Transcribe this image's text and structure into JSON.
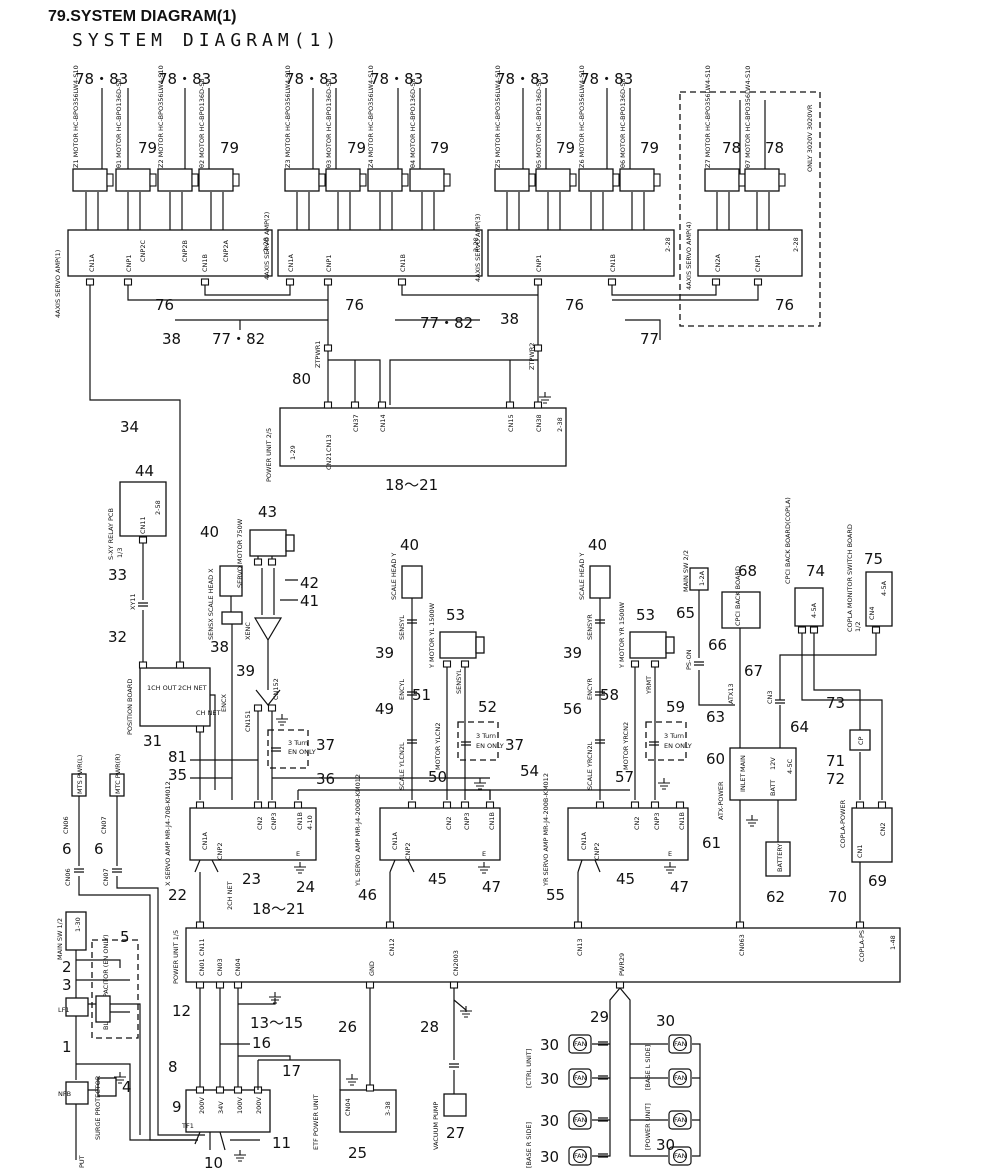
{
  "header": {
    "title": "79.SYSTEM DIAGRAM(1)",
    "subtitle": "SYSTEM DIAGRAM(1)"
  },
  "cable_refs": {
    "r7883": "78・83",
    "r79": "79",
    "r78": "78",
    "r76": "76",
    "r38": "38",
    "r7782": "77・82",
    "r77": "77",
    "r80": "80",
    "r34": "34",
    "r1821": "18～21",
    "r44": "44",
    "r40": "40",
    "r43": "43",
    "r42": "42",
    "r41": "41",
    "r33": "33",
    "r32": "32",
    "r39": "39",
    "r31": "31",
    "r37": "37",
    "r81": "81",
    "r35": "35",
    "r36": "36",
    "r53": "53",
    "r51": "51",
    "r52": "52",
    "r49": "49",
    "r50": "50",
    "r54": "54",
    "r58": "58",
    "r56": "56",
    "r59": "59",
    "r57": "57",
    "r65": "65",
    "r68": "68",
    "r74": "74",
    "r75": "75",
    "r66": "66",
    "r67": "67",
    "r63": "63",
    "r64": "64",
    "r73": "73",
    "r60": "60",
    "r71": "71",
    "r72": "72",
    "r61": "61",
    "r62": "62",
    "r69": "69",
    "r70": "70",
    "r6": "6",
    "r22": "22",
    "r23": "23",
    "r24": "24",
    "r46": "46",
    "r45": "45",
    "r47": "47",
    "r55": "55",
    "r5": "5",
    "r2": "2",
    "r3": "3",
    "r12": "12",
    "r1315": "13～15",
    "r16": "16",
    "r26": "26",
    "r28": "28",
    "r29": "29",
    "r30": "30",
    "r1": "1",
    "r8": "8",
    "r4": "4",
    "r17": "17",
    "r9": "9",
    "r25": "25",
    "r27": "27",
    "r11": "11",
    "r10": "10"
  },
  "motors": {
    "z1": "Z1 MOTOR HC-BPO356LW4-S10",
    "t1": "θ1 MOTOR HC-BPO136D-S8",
    "z2": "Z2 MOTOR HC-BPO356LW4-S10",
    "t2": "θ2 MOTOR HC-BPO136D-S8",
    "z3": "Z3 MOTOR HC-BPO356LW4-S10",
    "t3": "θ3 MOTOR HC-BPO136D-S8",
    "z4": "Z4 MOTOR HC-BPO356LW4-S10",
    "t4": "θ4 MOTOR HC-BPO136D-S8",
    "z5": "Z5 MOTOR HC-BPO356LW4-S10",
    "t5": "θ5 MOTOR HC-BPO136D-S8",
    "z6": "Z6 MOTOR HC-BPO356LW4-S10",
    "t6": "θ6 MOTOR HC-BPO136D-S8",
    "z7": "Z7 MOTOR HC-BPO356LW4-S10",
    "t7": "θ7 MOTOR HC-BPO356LW4-S10",
    "only": "ONLY 3020V 3020VR"
  },
  "amps": {
    "a1": "4AXIS SERVO AMP(1)",
    "a2": "4AXIS SERVO AMP(2)",
    "a3": "4AXIS SERVO AMP(3)",
    "a4": "4AXIS SERVO AMP(4)",
    "half": "1/2",
    "p228": "2-28",
    "p229": "2-29",
    "cn1a": "CN1A",
    "cnp1": "CNP1",
    "cn1b": "CN1B",
    "cnp2c": "CNP2C",
    "cn2c": "CN2C",
    "cnp2b": "CNP2B",
    "cn2b": "CN2B",
    "cn2a": "CN2A",
    "cnp2a": "CNP2A"
  },
  "zt": {
    "ztp1": "ZTPWR1",
    "ztp2": "ZTPWR2"
  },
  "power_unit_top": {
    "name": "POWER UNIT 2/5",
    "p129": "1-29",
    "p238": "2-38",
    "cn21": "CN21",
    "cn13": "CN13",
    "cn37": "CN37",
    "cn14": "CN14",
    "cn15": "CN15",
    "cn38": "CN38"
  },
  "relay": {
    "name": "S-XY RELAY PCB",
    "third": "1/3",
    "cn11": "CN11",
    "p258": "2-58",
    "xy11": "XY11"
  },
  "position_board": {
    "name": "POSITION BOARD",
    "ch1": "1CH OUT",
    "ch2net": "2CH NET",
    "chnet": "CH NET",
    "encx": "ENCX"
  },
  "heads": {
    "x_scale": "SENSX SCALE HEAD X",
    "xenc": "XENC",
    "servo750": "SERVO MOTOR 750W",
    "yl_scale": "SCALE HEAD Y",
    "sensyl": "SENSYL",
    "encyl": "ENCYL",
    "ylmotor": "Y MOTOR YL 1500W",
    "sensyl2": "SENSYL",
    "yr_scale": "SCALE HEAD Y",
    "sensyr": "SENSYR",
    "encyr": "ENCYR",
    "yrmotor": "Y MOTOR YR 1500W",
    "yrmt": "YRMT",
    "turn3": "3 Turn",
    "enonly": "EN ONLY",
    "cn151": "CN151",
    "cn152": "CN152",
    "scaleylcn2l": "SCALE YLCN2L",
    "motorylcn2": "MOTOR YLCN2",
    "scaleyrcn2l": "SCALE YRCN2L",
    "motoryrcn2": "MOTOR YRCN2"
  },
  "servo_amps_bottom": {
    "x": "X SERVO AMP MR-J4-70B-KM012",
    "yl": "YL SERVO AMP MR-J4-200B-KM012",
    "yr": "YR SERVO AMP MR-J4-200B-KM012",
    "cnp1": "CNP1",
    "cn1a": "CN1A",
    "cnp2": "CNP2",
    "cn2": "CN2",
    "cnp3": "CNP3",
    "cn1b": "CN1B",
    "p410": "4-10",
    "p45a": "4-5A",
    "e": "E",
    "ch2net": "2CH NET"
  },
  "pc": {
    "mainsw": "MAIN SW 2/2",
    "p12a": "1-2A",
    "pson": "PS-ON",
    "atx13": "ATX13",
    "cpci": "CPCI BACK BOARD",
    "cpci_back": "CPCI BACK BOARD(COPLA)",
    "p45a": "4-5A",
    "copla_monitor": "COPLA MONITOR SWITCH BOARD",
    "half": "1/2",
    "cn4": "CN4",
    "cn3": "CN3",
    "cp": "CP",
    "atxpower": "ATX-POWER",
    "inlet": "INLET",
    "main": "MAIN",
    "v12": "12V",
    "batt": "BATT",
    "p45c": "4-5C",
    "battery": "BATTERY",
    "coplapower": "COPLA-POWER",
    "cn1": "CN1",
    "cn2": "CN2"
  },
  "fans": {
    "mtspwrl": "MTS PWR(L)",
    "mtcpwrr": "MTC PWR(R)",
    "cn06": "CN06",
    "cn07": "CN07"
  },
  "power_unit_bottom": {
    "name": "POWER UNIT 1/5",
    "cn01": "CN01",
    "cn11": "CN11",
    "cn12": "CN12",
    "cn13": "CN13",
    "cn063": "CN063",
    "copla_ps": "COPLA-PS",
    "p148": "1-48",
    "cn02": "CN02",
    "cn03": "CN03",
    "cn04": "CN04",
    "gnd": "GND",
    "cn2003": "CN2003",
    "pwr29": "PWR29"
  },
  "misc": {
    "mainsw12": "MAIN SW 1/2",
    "p130": "1-30",
    "block_cap": "BLOCK CAPACITOR (EN ONLY)",
    "lf1": "LF1",
    "nfb": "NFB",
    "surge": "SURGE PROTECTOR",
    "put": "PUT",
    "tf1": "TF1",
    "v200": "200V",
    "v34": "34V",
    "v100": "100V",
    "v200b": "200V",
    "etf": "ETF POWER UNIT",
    "cn04": "CN04",
    "p338": "3-38",
    "vacuum": "VACUUM PUMP",
    "ctrl_unit": "[CTRL UNIT]",
    "base_l": "[BASE L SIDE]",
    "base_r": "[BASE R SIDE]",
    "power_unit": "[POWER UNIT]",
    "fan": "FAN"
  }
}
